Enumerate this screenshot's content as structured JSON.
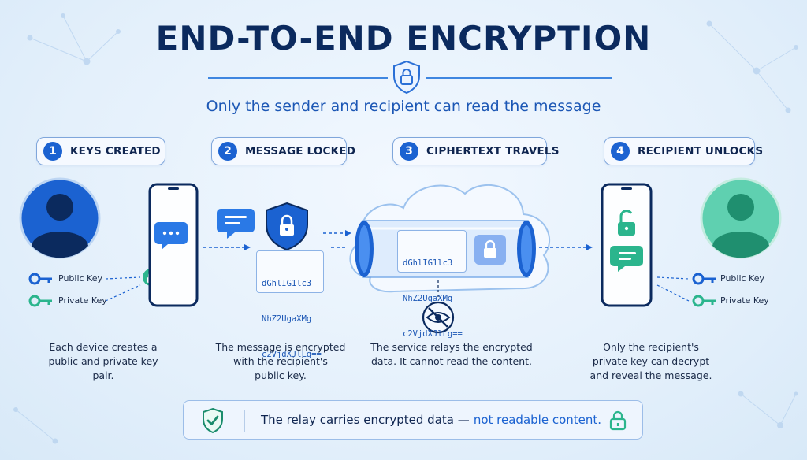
{
  "title": "END-TO-END ENCRYPTION",
  "subtitle": "Only the sender and recipient can read the message",
  "steps": [
    {
      "number": "1",
      "label": "KEYS CREATED"
    },
    {
      "number": "2",
      "label": "MESSAGE LOCKED"
    },
    {
      "number": "3",
      "label": "CIPHERTEXT TRAVELS"
    },
    {
      "number": "4",
      "label": "RECIPIENT UNLOCKS"
    }
  ],
  "sender_keys": {
    "public": "Public Key",
    "private": "Private Key"
  },
  "recipient_keys": {
    "public": "Public Key",
    "private": "Private Key"
  },
  "ciphertext": {
    "locked_lines": [
      "dGhlIG1lc3",
      "NhZ2UgaXMg",
      "c2VjdXJlLg=="
    ],
    "travel_lines": [
      "dGhlIG1lc3",
      "NhZ2UgaXMg",
      "c2VjdXJlLg=="
    ]
  },
  "captions": {
    "step1": [
      "Each device creates a",
      "public and private key pair."
    ],
    "step2": [
      "The message is encrypted",
      "with the recipient's",
      "public key."
    ],
    "step3": [
      "The service relays the encrypted",
      "data. It cannot read the content."
    ],
    "step4": [
      "Only the recipient's",
      "private key can decrypt",
      "and reveal the message."
    ]
  },
  "banner": {
    "text_main": "The relay carries encrypted data —",
    "text_highlight": "not readable content."
  },
  "colors": {
    "navy": "#0b2a5e",
    "blue": "#1b62d1",
    "teal": "#2bb58d",
    "background": "#e8f2fc"
  }
}
